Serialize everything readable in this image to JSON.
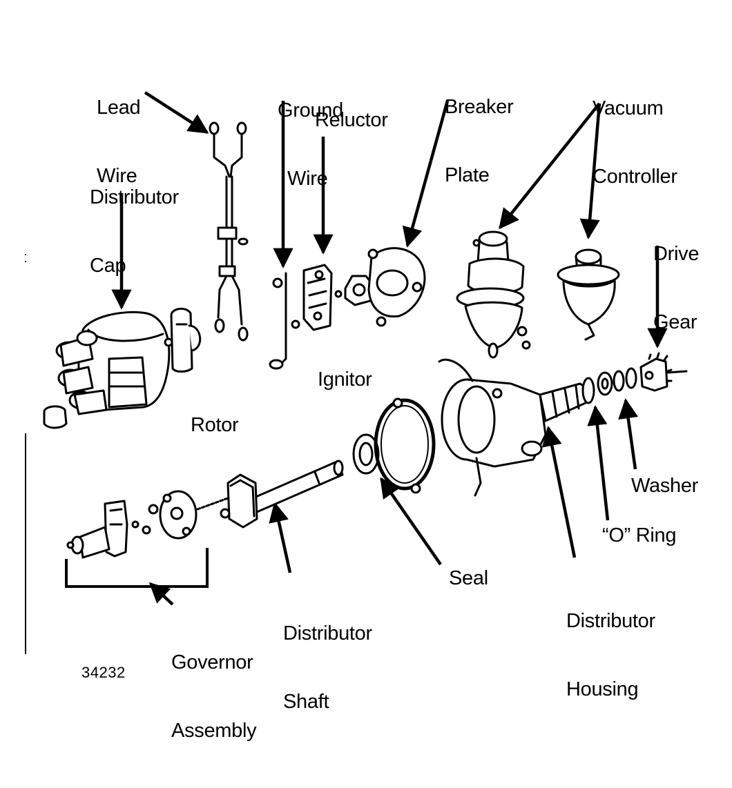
{
  "labels": {
    "lead_wire": [
      "Lead",
      "Wire"
    ],
    "ground_wire": [
      "Ground",
      "Wire"
    ],
    "breaker_plate": [
      "Breaker",
      "Plate"
    ],
    "vacuum_controller": [
      "Vacuum",
      "Controller"
    ],
    "reluctor": "Reluctor",
    "distributor_cap": [
      "Distributor",
      "Cap"
    ],
    "drive_gear": [
      "Drive",
      "Gear"
    ],
    "ignitor": "Ignitor",
    "rotor": "Rotor",
    "washer": "Washer",
    "o_ring": "“O” Ring",
    "seal": "Seal",
    "distributor_housing": [
      "Distributor",
      "Housing"
    ],
    "distributor_shaft": [
      "Distributor",
      "Shaft"
    ],
    "governor_assembly": [
      "Governor",
      "Assembly"
    ]
  },
  "figure_number": "34232"
}
